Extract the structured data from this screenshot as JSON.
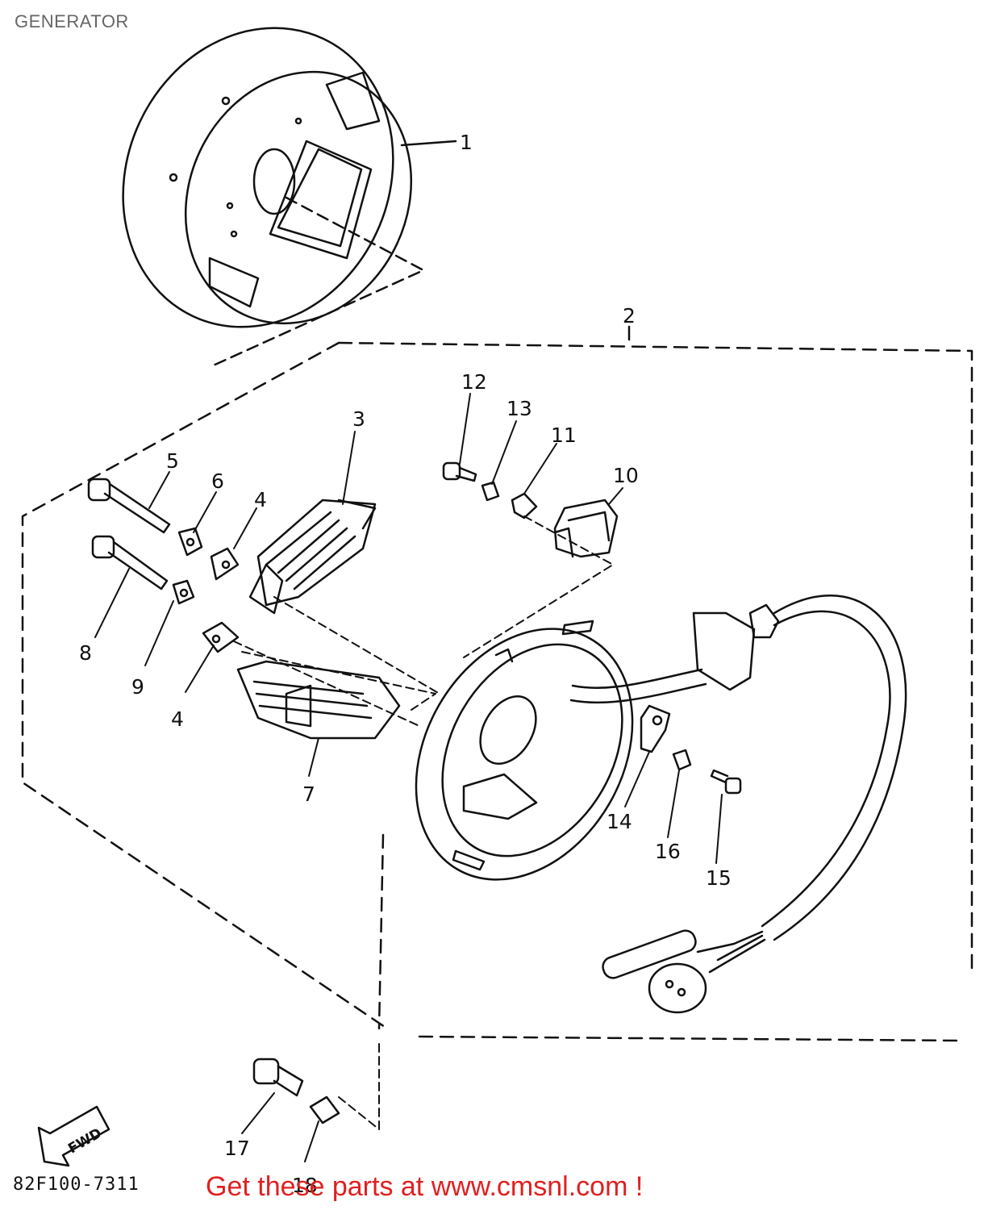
{
  "title": "GENERATOR",
  "parts": [
    {
      "id": "1",
      "label": "1"
    },
    {
      "id": "2",
      "label": "2"
    },
    {
      "id": "3",
      "label": "3"
    },
    {
      "id": "4a",
      "label": "4"
    },
    {
      "id": "4b",
      "label": "4"
    },
    {
      "id": "5",
      "label": "5"
    },
    {
      "id": "6",
      "label": "6"
    },
    {
      "id": "7",
      "label": "7"
    },
    {
      "id": "8",
      "label": "8"
    },
    {
      "id": "9",
      "label": "9"
    },
    {
      "id": "10",
      "label": "10"
    },
    {
      "id": "11",
      "label": "11"
    },
    {
      "id": "12",
      "label": "12"
    },
    {
      "id": "13",
      "label": "13"
    },
    {
      "id": "14",
      "label": "14"
    },
    {
      "id": "15",
      "label": "15"
    },
    {
      "id": "16",
      "label": "16"
    },
    {
      "id": "17",
      "label": "17"
    },
    {
      "id": "18",
      "label": "18"
    }
  ],
  "fwd_label": "FWD",
  "diagram_code": "82F100-7311",
  "promo": "Get these parts at www.cmsnl.com !",
  "colors": {
    "line": "#111111",
    "promo": "#e02020",
    "title": "#666666"
  }
}
